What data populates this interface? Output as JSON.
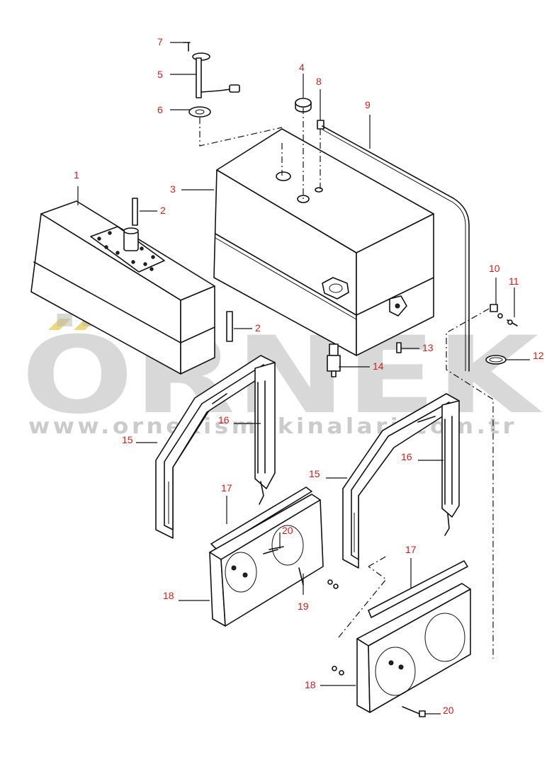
{
  "watermark": {
    "brand": "ÖRNEK",
    "url": "www.ornekismakinalari.com.tr"
  },
  "callouts": {
    "c1": "1",
    "c2a": "2",
    "c2b": "2",
    "c3": "3",
    "c4": "4",
    "c5": "5",
    "c6": "6",
    "c7": "7",
    "c8": "8",
    "c9": "9",
    "c10": "10",
    "c11": "11",
    "c12": "12",
    "c13": "13",
    "c14": "14",
    "c15a": "15",
    "c15b": "15",
    "c16a": "16",
    "c16b": "16",
    "c17a": "17",
    "c17b": "17",
    "c18a": "18",
    "c18b": "18",
    "c19": "19",
    "c20a": "20",
    "c20b": "20"
  },
  "colors": {
    "callout": "#c8201e",
    "watermark": "#b9b9b9",
    "accent": "#e9cf5c"
  }
}
